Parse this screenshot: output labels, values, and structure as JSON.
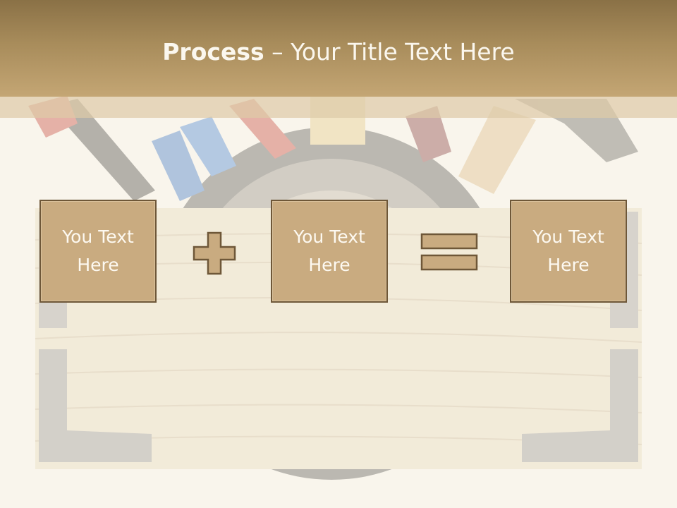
{
  "slide": {
    "title_bold": "Process",
    "title_rest": " – Your Title Text Here",
    "boxes": [
      {
        "text": "You Text Here"
      },
      {
        "text": "You Text Here"
      },
      {
        "text": "You Text Here"
      }
    ],
    "operators": [
      "plus-icon",
      "equals-icon"
    ]
  },
  "colors": {
    "title_bar": "#a88c5b",
    "box_fill": "#c9ab80",
    "box_border": "#6e5738",
    "text": "#fdf9f1"
  }
}
